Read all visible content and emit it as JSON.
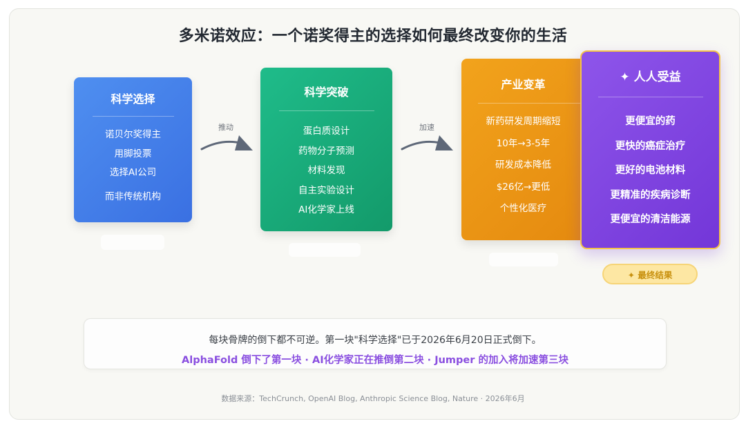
{
  "title": "多米诺效应：一个诺奖得主的选择如何最终改变你的生活",
  "cards": [
    {
      "heading": "科学选择",
      "items": [
        "诺贝尔奖得主",
        "用脚投票",
        "选择AI公司",
        "而非传统机构"
      ],
      "color": "#3f7ae6"
    },
    {
      "heading": "科学突破",
      "items": [
        "蛋白质设计",
        "药物分子预测",
        "材料发现",
        "自主实验设计",
        "AI化学家上线"
      ],
      "color": "#17a976"
    },
    {
      "heading": "产业变革",
      "items": [
        "新药研发周期缩短",
        "10年→3-5年",
        "研发成本降低",
        "$26亿→更低",
        "个性化医疗"
      ],
      "color": "#ec9616"
    },
    {
      "heading": "✦ 人人受益",
      "items": [
        "更便宜的药",
        "更快的癌症治疗",
        "更好的电池材料",
        "更精准的疾病诊断",
        "更便宜的清洁能源"
      ],
      "color": "#7f45e0"
    }
  ],
  "arrows": [
    {
      "label": "推动",
      "icon": "curved-arrow-icon"
    },
    {
      "label": "加速",
      "icon": "curved-arrow-icon"
    }
  ],
  "badge": "✦ 最终结果",
  "note": {
    "line1": "每块骨牌的倒下都不可逆。第一块\"科学选择\"已于2026年6月20日正式倒下。",
    "line2": "AlphaFold 倒下了第一块 · AI化学家正在推倒第二块 · Jumper 的加入将加速第三块"
  },
  "source": "数据来源：TechCrunch, OpenAI Blog, Anthropic Science Blog, Nature · 2026年6月"
}
